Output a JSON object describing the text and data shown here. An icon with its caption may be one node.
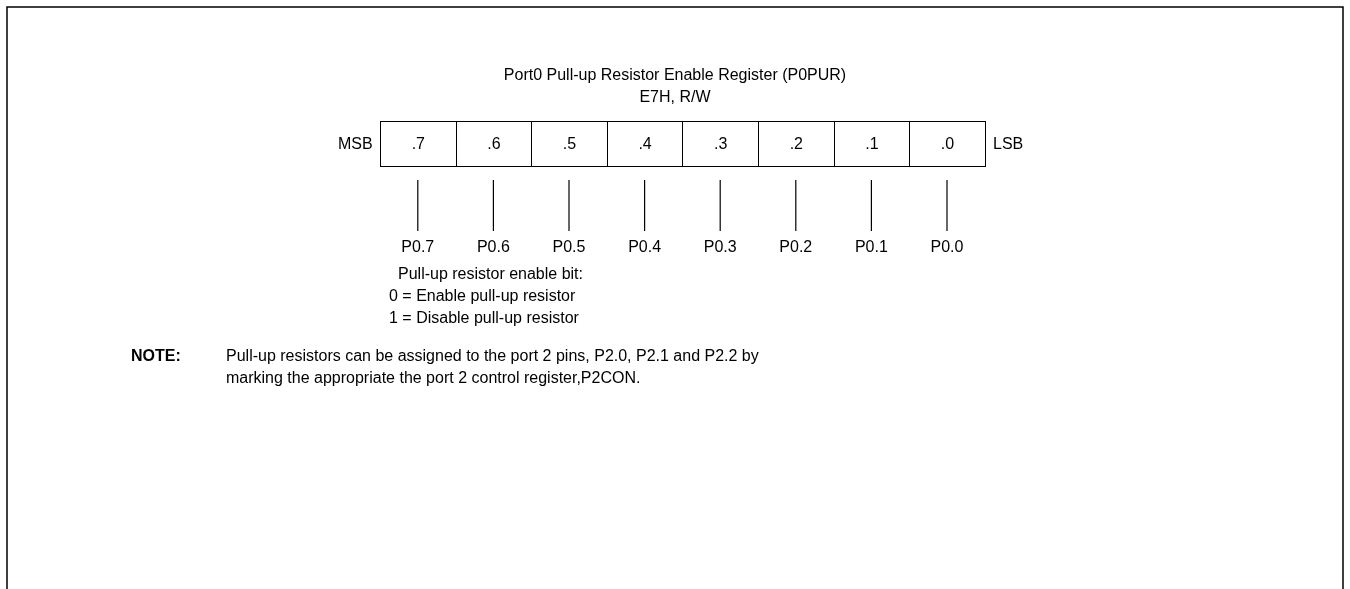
{
  "diagram": {
    "title": "Port0 Pull-up Resistor Enable Register (P0PUR)",
    "nodes": [
      {
        "text": [
          ".7"
        ]
      },
      {
        "text": [
          ".6"
        ]
      },
      {
        "text": [
          ".5"
        ]
      },
      {
        "text": [
          ".4"
        ]
      },
      {
        "text": [
          ".3"
        ]
      },
      {
        "text": [
          ".2"
        ]
      },
      {
        "text": [
          ".1"
        ]
      },
      {
        "text": [
          ".0"
        ]
      },
      {
        "text": [
          "P0.7"
        ]
      },
      {
        "text": [
          "P0.6"
        ]
      },
      {
        "text": [
          "P0.5"
        ]
      },
      {
        "text": [
          "P0.4"
        ]
      },
      {
        "text": [
          "P0.3"
        ]
      },
      {
        "text": [
          "P0.2"
        ]
      },
      {
        "text": [
          "P0.1"
        ]
      },
      {
        "text": [
          "P0.0"
        ]
      }
    ],
    "edges": [
      {
        "from": 0,
        "to": 8,
        "arrow": "none"
      },
      {
        "from": 1,
        "to": 9,
        "arrow": "none"
      },
      {
        "from": 2,
        "to": 10,
        "arrow": "none"
      },
      {
        "from": 3,
        "to": 11,
        "arrow": "none"
      },
      {
        "from": 4,
        "to": 12,
        "arrow": "none"
      },
      {
        "from": 5,
        "to": 13,
        "arrow": "none"
      },
      {
        "from": 6,
        "to": 14,
        "arrow": "none"
      },
      {
        "from": 7,
        "to": 15,
        "arrow": "none"
      }
    ],
    "labels": [
      "E7H, R/W",
      "MSB",
      "LSB",
      "Pull-up resistor enable bit:",
      "0 = Enable pull-up resistor",
      "1 = Disable pull-up resistor",
      "NOTE:",
      "Pull-up resistors can be assigned to the port 2 pins, P2.0, P2.1 and P2.2 by marking the appropriate the port 2 control register,P2CON."
    ]
  }
}
